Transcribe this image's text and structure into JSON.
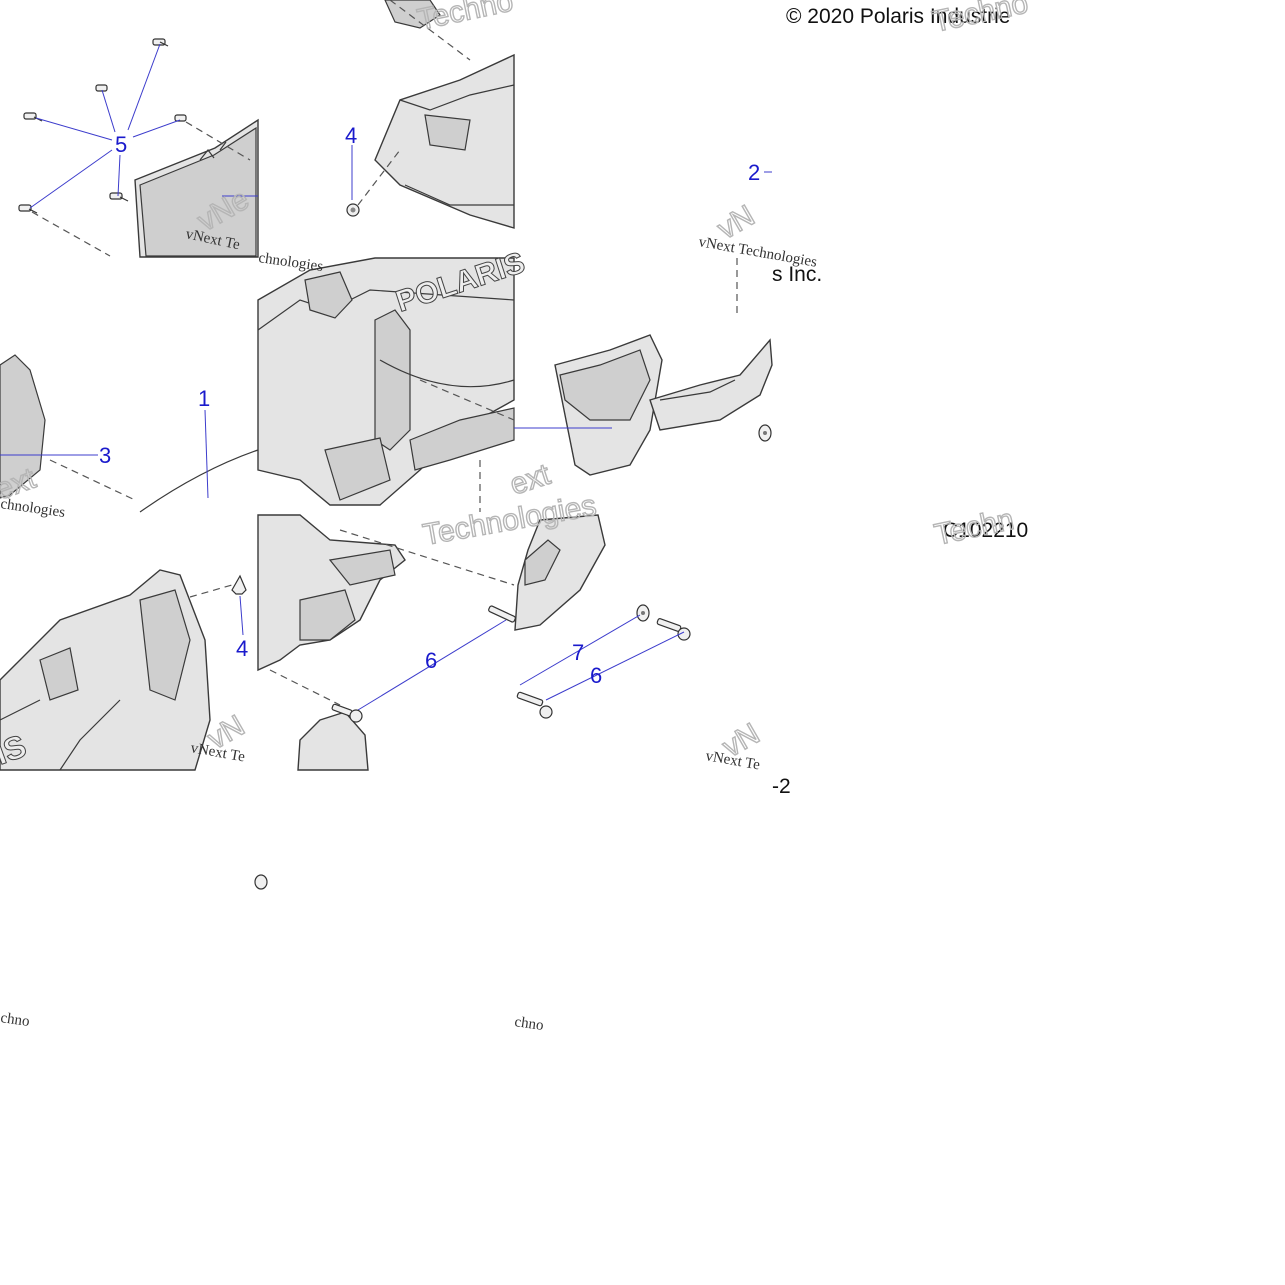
{
  "diagram": {
    "copyright": "© 2020 Polaris Industrie",
    "copyright_fragment": "s Inc.",
    "code": "C102210",
    "code_fragment": "-2",
    "callouts": {
      "c1": "1",
      "c2": "2",
      "c3": "3",
      "c4a": "4",
      "c4b": "4",
      "c5": "5",
      "c6a": "6",
      "c6b": "6",
      "c7": "7"
    },
    "watermarks": {
      "serif_a": "vNext Te",
      "serif_b": "vNext Technologies",
      "serif_c": "vNext Te",
      "serif_d": "vNext Te",
      "serif_e": "chnologies",
      "serif_f": "chnologies",
      "serif_g": "chno",
      "serif_h": "chno",
      "outline_a": "Techno",
      "outline_b": "Techno",
      "outline_c": "Techn",
      "outline_d": "ext",
      "outline_e": "Technologies",
      "outline_f": "ext",
      "outline_g": "vNe",
      "outline_h": "vN",
      "outline_i": "vN",
      "outline_j": "vN"
    },
    "logo_text": "POLARIS",
    "logo_fragment": "IS"
  }
}
